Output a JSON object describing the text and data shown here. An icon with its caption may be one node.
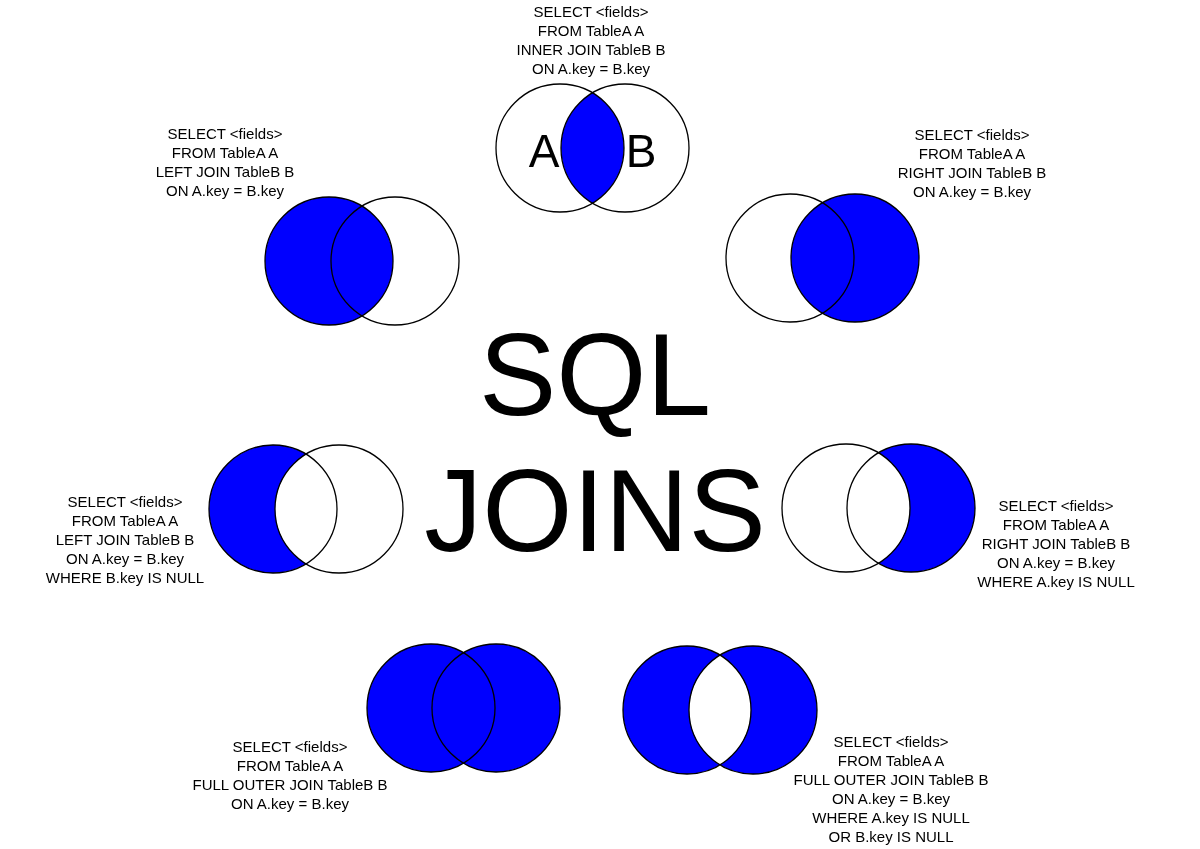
{
  "diagram": {
    "title": "SQL JOINS",
    "nodes": [
      {
        "text": [
          "A",
          "B"
        ],
        "beside": [
          "SELECT <fields>",
          "FROM TableA A",
          "INNER JOIN TableB B",
          "ON A.key = B.key"
        ]
      },
      {
        "text": [],
        "shape": "circle",
        "beside": [
          "SELECT <fields>",
          "FROM TableA A",
          "LEFT JOIN TableB B",
          "ON A.key = B.key"
        ]
      },
      {
        "text": [],
        "shape": "circle",
        "beside": [
          "SELECT <fields>",
          "FROM TableA A",
          "RIGHT JOIN TableB B",
          "ON A.key = B.key"
        ]
      },
      {
        "text": [],
        "shape": "circle",
        "beside": [
          "SELECT <fields>",
          "FROM TableA A",
          "LEFT JOIN TableB B",
          "ON A.key = B.key",
          "WHERE B.key IS NULL"
        ]
      },
      {
        "text": [],
        "shape": "circle",
        "beside": [
          "SELECT <fields>",
          "FROM TableA A",
          "RIGHT JOIN TableB B",
          "ON A.key = B.key",
          "WHERE A.key IS NULL"
        ]
      },
      {
        "text": [],
        "shape": "circle",
        "beside": [
          "SELECT <fields>",
          "FROM TableA A",
          "FULL OUTER JOIN TableB B",
          "ON A.key = B.key"
        ]
      },
      {
        "text": [],
        "shape": "circle",
        "beside": [
          "SELECT <fields>",
          "FROM TableA A",
          "FULL OUTER JOIN TableB B",
          "ON A.key = B.key",
          "WHERE A.key IS NULL",
          "OR B.key IS NULL"
        ]
      }
    ]
  }
}
